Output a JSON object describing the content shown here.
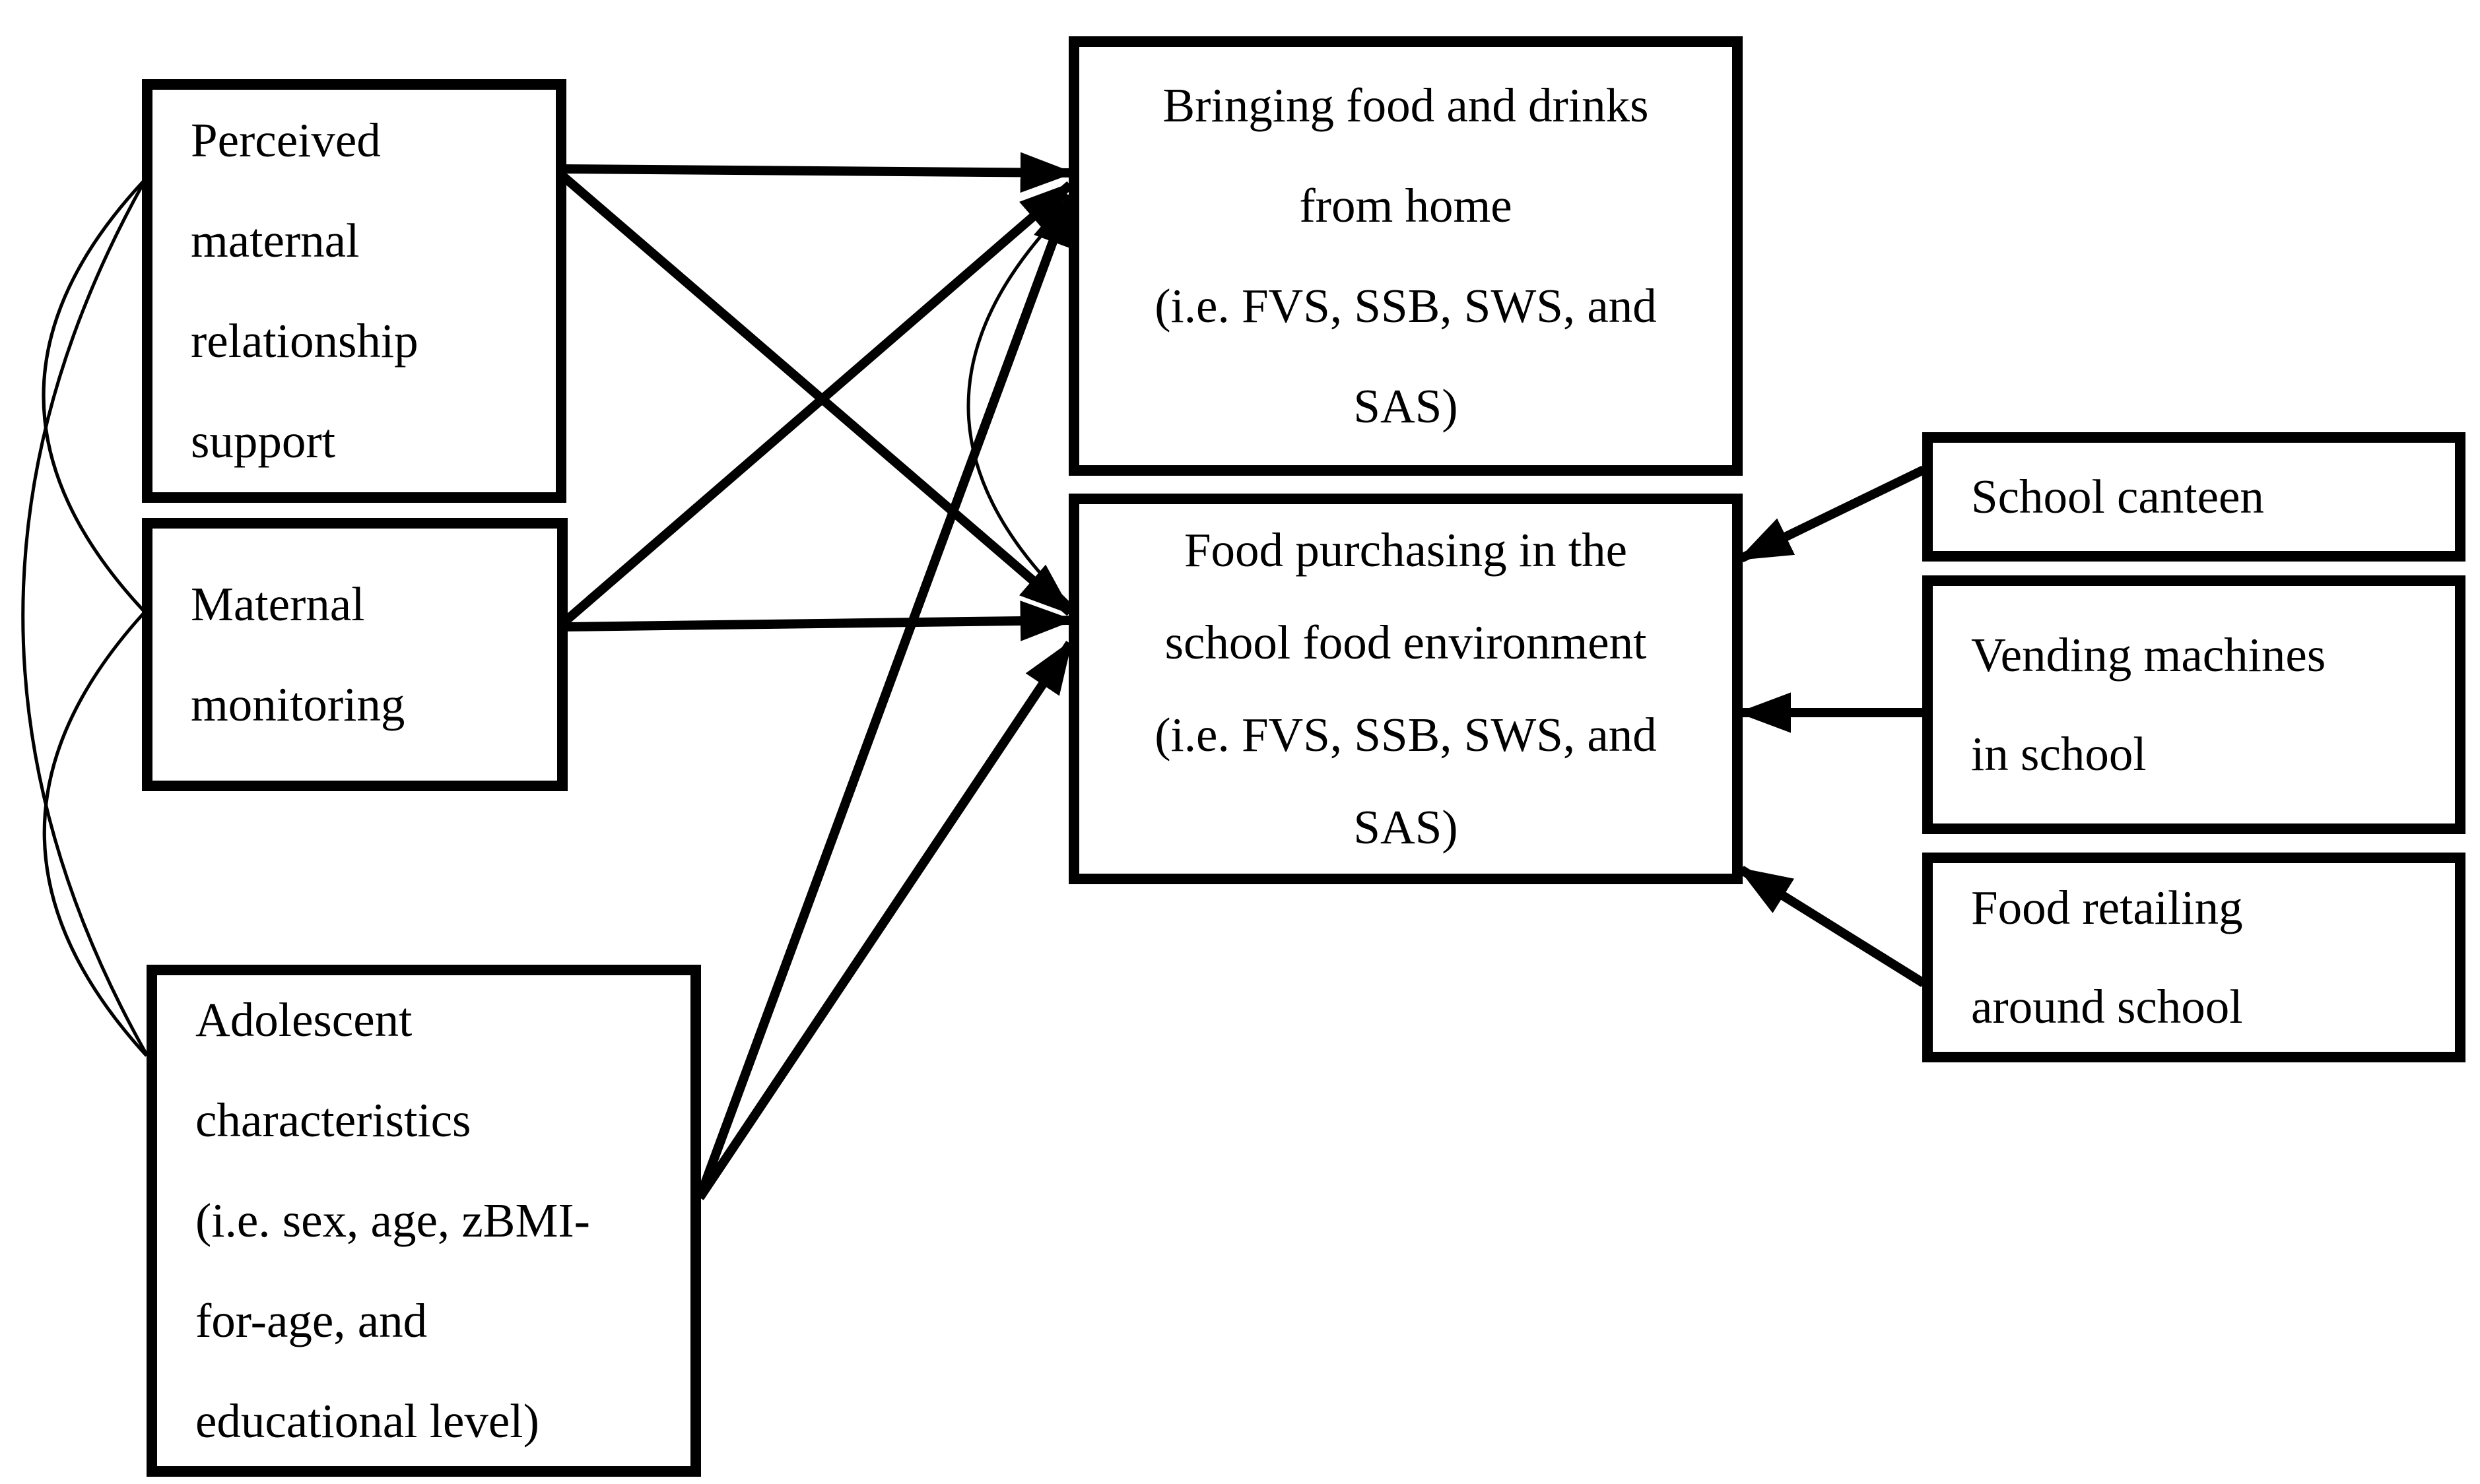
{
  "figure": {
    "background": "#ffffff",
    "ink": "#000000",
    "boxes": {
      "perceived_maternal_support": {
        "text": "Perceived\nmaternal\nrelationship\nsupport"
      },
      "maternal_monitoring": {
        "text": "Maternal\nmonitoring"
      },
      "adolescent_characteristics": {
        "text": "Adolescent\ncharacteristics\n(i.e. sex, age, zBMI-\nfor-age, and\neducational level)"
      },
      "bringing_food_from_home": {
        "text": "Bringing food and drinks\nfrom home\n(i.e. FVS, SSB, SWS, and\nSAS)"
      },
      "food_purchasing_school": {
        "text": "Food purchasing in the\nschool food environment\n(i.e. FVS, SSB, SWS, and\nSAS)"
      },
      "school_canteen": {
        "text": "School canteen"
      },
      "vending_machines_in_school": {
        "text": "Vending machines\nin school"
      },
      "food_retailing_around_school": {
        "text": "Food retailing\naround school"
      }
    },
    "edges": {
      "directed_arrows": [
        {
          "from": "perceived_maternal_support",
          "to": "bringing_food_from_home"
        },
        {
          "from": "perceived_maternal_support",
          "to": "food_purchasing_school"
        },
        {
          "from": "maternal_monitoring",
          "to": "bringing_food_from_home"
        },
        {
          "from": "maternal_monitoring",
          "to": "food_purchasing_school"
        },
        {
          "from": "adolescent_characteristics",
          "to": "bringing_food_from_home"
        },
        {
          "from": "adolescent_characteristics",
          "to": "food_purchasing_school"
        },
        {
          "from": "school_canteen",
          "to": "food_purchasing_school"
        },
        {
          "from": "vending_machines_in_school",
          "to": "food_purchasing_school"
        },
        {
          "from": "food_retailing_around_school",
          "to": "food_purchasing_school"
        }
      ],
      "covariance_arcs": [
        {
          "between": [
            "perceived_maternal_support",
            "maternal_monitoring"
          ]
        },
        {
          "between": [
            "perceived_maternal_support",
            "adolescent_characteristics"
          ]
        },
        {
          "between": [
            "maternal_monitoring",
            "adolescent_characteristics"
          ]
        },
        {
          "between": [
            "bringing_food_from_home",
            "food_purchasing_school"
          ]
        }
      ]
    }
  }
}
